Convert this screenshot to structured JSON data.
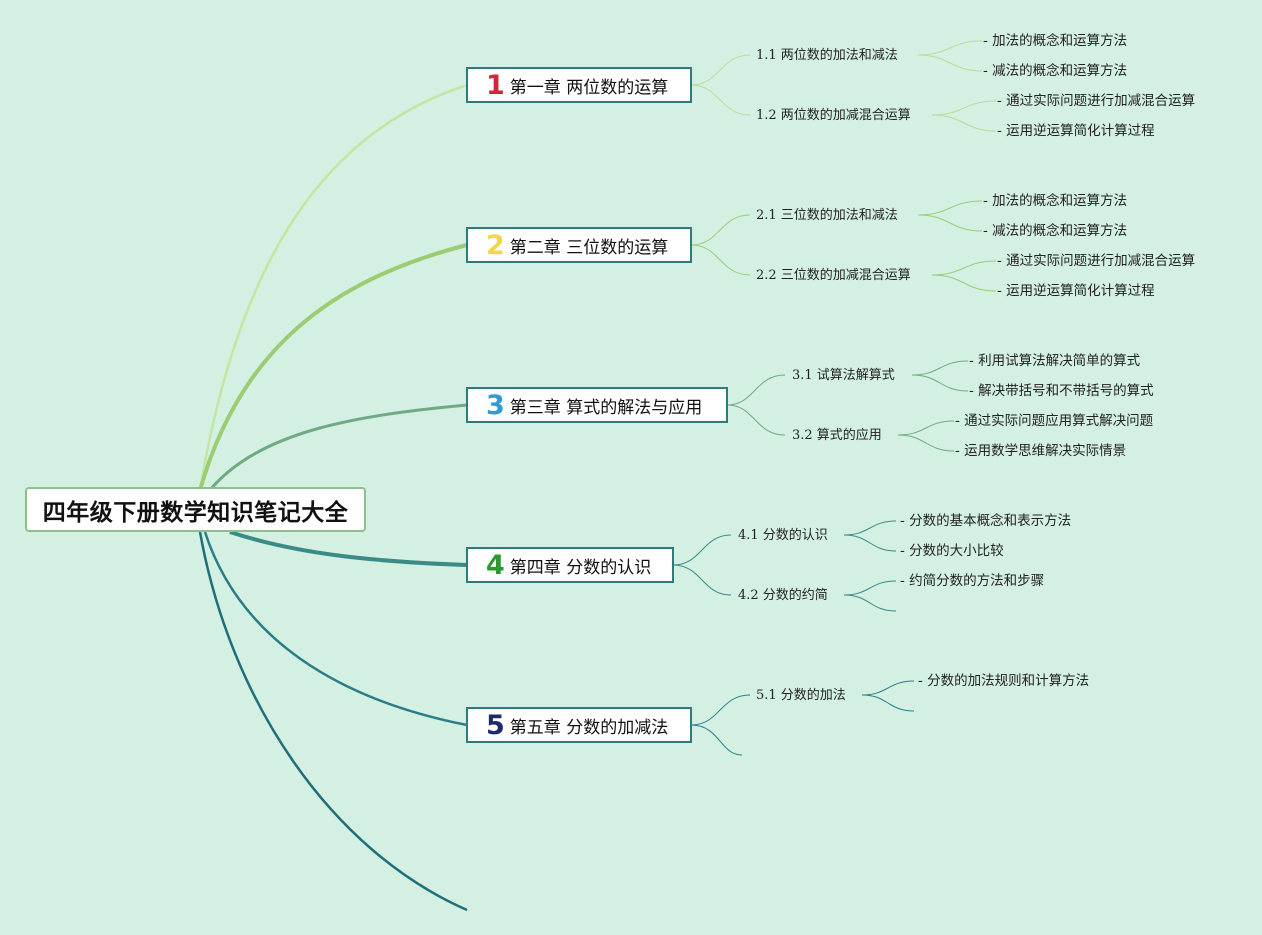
{
  "root_title": "四年级下册数学知识笔记大全",
  "colors": {
    "ch1_num": "#d0253a",
    "ch2_num": "#f2d64b",
    "ch3_num": "#2f9ad6",
    "ch4_num": "#2a9a30",
    "ch5_num": "#1c2a6e"
  },
  "chapters": [
    {
      "number": "1",
      "title": "第一章 两位数的运算",
      "sections": [
        {
          "title": "1.1 两位数的加法和减法",
          "points": [
            "- 加法的概念和运算方法",
            "- 减法的概念和运算方法"
          ]
        },
        {
          "title": "1.2 两位数的加减混合运算",
          "points": [
            "- 通过实际问题进行加减混合运算",
            "- 运用逆运算简化计算过程"
          ]
        }
      ]
    },
    {
      "number": "2",
      "title": "第二章 三位数的运算",
      "sections": [
        {
          "title": "2.1 三位数的加法和减法",
          "points": [
            "- 加法的概念和运算方法",
            "- 减法的概念和运算方法"
          ]
        },
        {
          "title": "2.2 三位数的加减混合运算",
          "points": [
            "- 通过实际问题进行加减混合运算",
            "- 运用逆运算简化计算过程"
          ]
        }
      ]
    },
    {
      "number": "3",
      "title": "第三章 算式的解法与应用",
      "sections": [
        {
          "title": "3.1 试算法解算式",
          "points": [
            "- 利用试算法解决简单的算式",
            "- 解决带括号和不带括号的算式"
          ]
        },
        {
          "title": "3.2 算式的应用",
          "points": [
            "- 通过实际问题应用算式解决问题",
            "- 运用数学思维解决实际情景"
          ]
        }
      ]
    },
    {
      "number": "4",
      "title": "第四章 分数的认识",
      "sections": [
        {
          "title": "4.1 分数的认识",
          "points": [
            "- 分数的基本概念和表示方法",
            "- 分数的大小比较"
          ]
        },
        {
          "title": "4.2 分数的约简",
          "points": [
            "- 约简分数的方法和步骤"
          ]
        }
      ]
    },
    {
      "number": "5",
      "title": "第五章 分数的加减法",
      "sections": [
        {
          "title": "5.1 分数的加法",
          "points": [
            "- 分数的加法规则和计算方法"
          ]
        }
      ]
    }
  ]
}
